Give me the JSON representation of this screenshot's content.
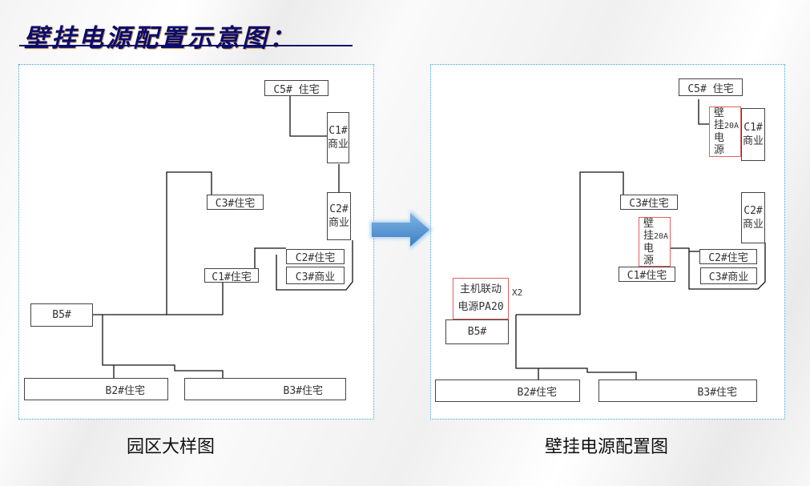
{
  "title": "壁挂电源配置示意图：",
  "left_diagram": {
    "caption": "园区大样图",
    "buildings": {
      "c5": "C5# 住宅",
      "c1_commercial": [
        "C1#",
        "商业"
      ],
      "c2_commercial": [
        "C2#",
        "商业"
      ],
      "c3_residential": "C3#住宅",
      "c1_residential": "C1#住宅",
      "c2_residential": "C2#住宅",
      "c3_commercial": "C3#商业",
      "b5": "B5#",
      "b2": "B2#住宅",
      "b3": "B3#住宅"
    }
  },
  "right_diagram": {
    "caption": "壁挂电源配置图",
    "buildings": {
      "c5": "C5# 住宅",
      "c1_commercial": [
        "C1#",
        "商业"
      ],
      "c2_commercial": [
        "C2#",
        "商业"
      ],
      "c3_residential": "C3#住宅",
      "c1_residential": "C1#住宅",
      "c2_residential": "C2#住宅",
      "c3_commercial": "C3#商业",
      "b5": "B5#",
      "b2": "B2#住宅",
      "b3": "B3#住宅"
    },
    "wall_power_label": [
      "壁",
      "挂",
      "电",
      "源"
    ],
    "wall_power_rating": "20A",
    "host_power": [
      "主机联动",
      "电源PA20"
    ],
    "host_power_qty": "X2"
  },
  "colors": {
    "title": "#0b0b6e",
    "panel_border": "#3aa0d8",
    "power_box": "#e06060",
    "arrow": "#5b9bd5"
  }
}
